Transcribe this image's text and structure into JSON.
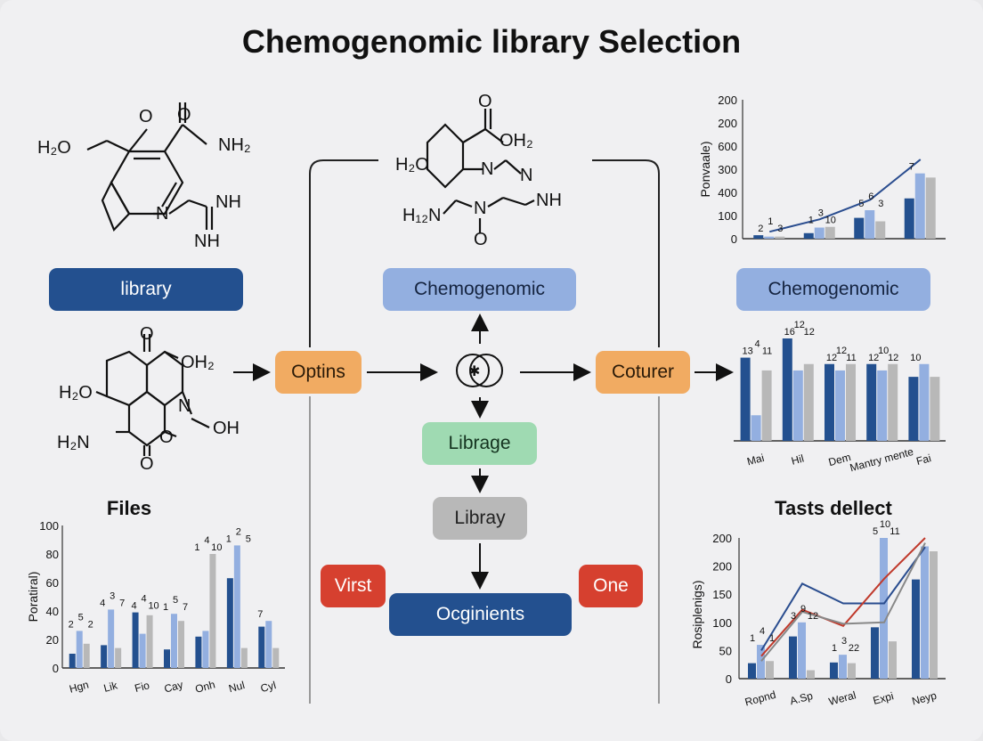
{
  "title": "Chemogenomic library Selection",
  "boxes": {
    "library": "library",
    "chemogenomic_center": "Chemogenomic",
    "chemogenomic_right": "Chemogenomic",
    "optins": "Optins",
    "coturer": "Coturer",
    "librage": "Librage",
    "libray": "Libray",
    "virst": "Virst",
    "one": "One",
    "ocginients": "Ocginients"
  },
  "colors": {
    "dark_blue": "#23508f",
    "light_blue": "#93afe0",
    "gray": "#b8b8b8",
    "orange": "#f1ab62",
    "green": "#9fdab2",
    "red": "#d6402f"
  },
  "molecules": {
    "mol1": [
      "H₂O",
      "O",
      "O",
      "NH₂",
      "N",
      "NH",
      "NH"
    ],
    "mol2": [
      "O",
      "OH₂",
      "H₂O",
      "N",
      "N"
    ],
    "mol3": [
      "H₁₂N",
      "N",
      "NH",
      "O"
    ],
    "mol4": [
      "O",
      "OH₂",
      "H₂O",
      "N",
      "H₂N",
      "O",
      "OH",
      "O"
    ]
  },
  "center_symbol": "✱",
  "chart_data": [
    {
      "type": "bar",
      "title": "",
      "ylabel": "Ponvaale)",
      "yticks": [
        "200",
        "200",
        "600",
        "300",
        "400",
        "100",
        "0"
      ],
      "ylim": [
        0,
        200
      ],
      "groups": 4,
      "series": [
        {
          "values": [
            5,
            8,
            30,
            58
          ]
        },
        {
          "values": [
            3,
            16,
            41,
            94
          ]
        },
        {
          "values": [
            3,
            17,
            25,
            88
          ]
        }
      ],
      "line": {
        "values": [
          10,
          28,
          56,
          114
        ]
      },
      "data_labels": [
        "2",
        "1",
        "3",
        "1",
        "3",
        "10",
        "5",
        "6",
        "3",
        "7"
      ]
    },
    {
      "type": "bar",
      "title": "",
      "categories": [
        "Mai",
        "Hil",
        "Dem",
        "Mantry mente",
        "Fai"
      ],
      "series": [
        {
          "values": [
            13,
            16,
            12,
            12,
            10
          ]
        },
        {
          "values": [
            4,
            11,
            11,
            11,
            12
          ]
        },
        {
          "values": [
            11,
            12,
            12,
            12,
            10
          ]
        }
      ],
      "data_labels": [
        "13",
        "4",
        "11",
        "16",
        "12",
        "12",
        "12",
        "12",
        "11",
        "12",
        "10",
        "12",
        "10"
      ]
    },
    {
      "type": "bar",
      "title": "Files",
      "ylabel": "Poratiral)",
      "yticks": [
        "100",
        "80",
        "60",
        "40",
        "20",
        "0"
      ],
      "ylim": [
        0,
        100
      ],
      "categories": [
        "Hgn",
        "Lik",
        "Fio",
        "Cay",
        "Onh",
        "Nul",
        "Cyl"
      ],
      "series": [
        {
          "values": [
            10,
            16,
            39,
            13,
            22,
            63,
            29
          ]
        },
        {
          "values": [
            26,
            41,
            24,
            38,
            26,
            86,
            33
          ]
        },
        {
          "values": [
            17,
            14,
            37,
            33,
            80,
            14,
            14
          ]
        }
      ],
      "data_labels": [
        "2",
        "5",
        "2",
        "4",
        "3",
        "7",
        "4",
        "4",
        "10",
        "1",
        "5",
        "7",
        "1",
        "4",
        "10",
        "1",
        "2",
        "5",
        "7"
      ]
    },
    {
      "type": "bar",
      "title": "Tasts dellect",
      "ylabel": "Rosiplenigs)",
      "yticks": [
        "200",
        "200",
        "150",
        "100",
        "50",
        "0"
      ],
      "ylim": [
        0,
        200
      ],
      "categories": [
        "Ropnd",
        "A.Sp",
        "Weral",
        "Expi",
        "Neyp"
      ],
      "series": [
        {
          "values": [
            22,
            60,
            23,
            73,
            141
          ]
        },
        {
          "values": [
            48,
            80,
            34,
            200,
            188
          ]
        },
        {
          "values": [
            25,
            12,
            22,
            53,
            181
          ]
        }
      ],
      "lines": [
        {
          "values": [
            40,
            135,
            107,
            107,
            187
          ]
        },
        {
          "values": [
            32,
            98,
            75,
            142,
            200
          ]
        },
        {
          "values": [
            25,
            95,
            78,
            80,
            193
          ]
        }
      ],
      "data_labels": [
        "1",
        "4",
        "1",
        "3",
        "9",
        "12",
        "1",
        "3",
        "22",
        "5",
        "10",
        "11"
      ]
    }
  ]
}
